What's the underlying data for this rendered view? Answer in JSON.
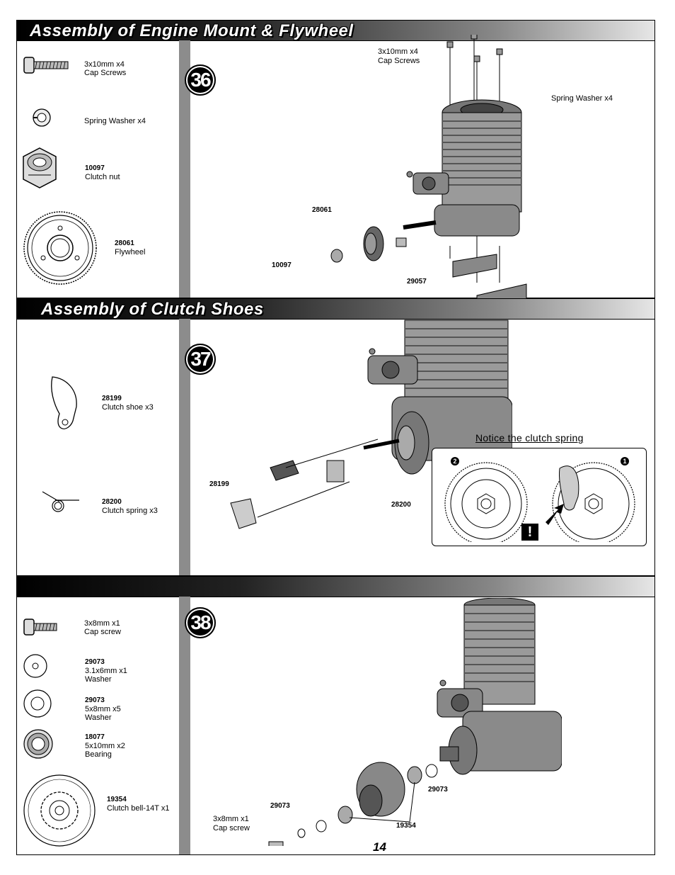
{
  "section1": {
    "title": "Assembly of Engine Mount & Flywheel",
    "step": "36",
    "parts": [
      {
        "code": "",
        "name": "3x10mm x4",
        "desc": "Cap Screws",
        "icon": "cap-screw-icon"
      },
      {
        "code": "",
        "name": "Spring Washer x4",
        "desc": "",
        "icon": "spring-washer-icon"
      },
      {
        "code": "10097",
        "name": "Clutch nut",
        "desc": "",
        "icon": "nut-icon"
      },
      {
        "code": "28061",
        "name": "Flywheel",
        "desc": "",
        "icon": "flywheel-icon"
      }
    ],
    "callouts": {
      "screws_line1": "3x10mm x4",
      "screws_line2": "Cap Screws",
      "washer": "Spring Washer x4",
      "flywheel": "28061",
      "nut": "10097",
      "mount": "29057"
    }
  },
  "section2": {
    "title": "Assembly of Clutch Shoes",
    "step": "37",
    "parts": [
      {
        "code": "28199",
        "name": "Clutch shoe x3",
        "icon": "clutch-shoe-icon"
      },
      {
        "code": "28200",
        "name": "Clutch spring x3",
        "icon": "clutch-spring-icon"
      }
    ],
    "callouts": {
      "shoe": "28199",
      "spring": "28200"
    },
    "notice": {
      "title": "Notice the clutch spring",
      "mark_left": "2",
      "mark_right": "1",
      "warning": "!"
    }
  },
  "section3": {
    "title": "",
    "step": "38",
    "parts": [
      {
        "code": "",
        "name": "3x8mm x1",
        "desc": "Cap screw",
        "icon": "cap-screw-icon"
      },
      {
        "code": "29073",
        "name": "3.1x6mm x1",
        "desc": "Washer",
        "icon": "washer-icon"
      },
      {
        "code": "29073",
        "name": "5x8mm x5",
        "desc": "Washer",
        "icon": "washer-icon"
      },
      {
        "code": "18077",
        "name": "5x10mm x2",
        "desc": "Bearing",
        "icon": "bearing-icon"
      },
      {
        "code": "19354",
        "name": "Clutch bell-14T x1",
        "desc": "",
        "icon": "clutch-bell-icon"
      }
    ],
    "callouts": {
      "washer_a": "29073",
      "washer_b": "29073",
      "bell": "19354",
      "screw_line1": "3x8mm x1",
      "screw_line2": "Cap screw"
    }
  },
  "page_number": "14"
}
